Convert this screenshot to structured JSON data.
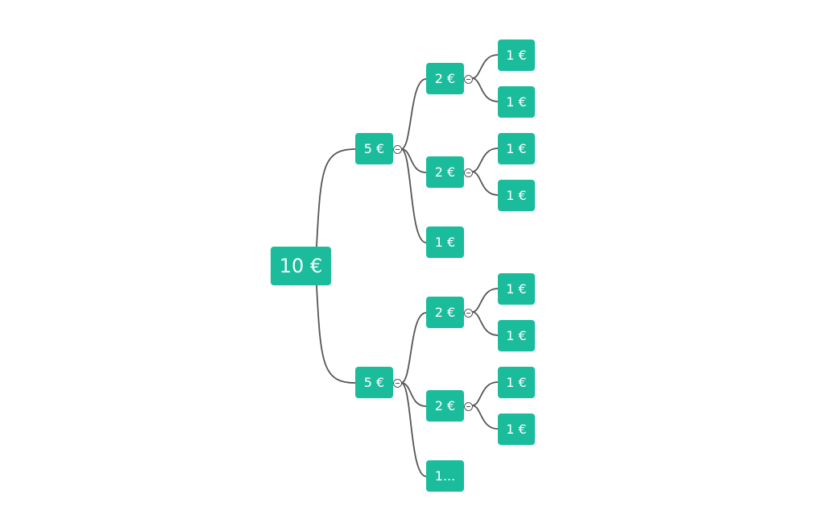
{
  "colors": {
    "node_fill": "#1abc9c",
    "edge": "#555555",
    "background": "#ffffff"
  },
  "toggle_icon": "minus-circle-icon",
  "mindmap": {
    "root": {
      "label": "10 €",
      "children": [
        {
          "label": "5 €",
          "collapsible": true,
          "children": [
            {
              "label": "2 €",
              "collapsible": true,
              "children": [
                {
                  "label": "1 €"
                },
                {
                  "label": "1 €"
                }
              ]
            },
            {
              "label": "2 €",
              "collapsible": true,
              "children": [
                {
                  "label": "1 €"
                },
                {
                  "label": "1 €"
                }
              ]
            },
            {
              "label": "1 €"
            }
          ]
        },
        {
          "label": "5 €",
          "collapsible": true,
          "children": [
            {
              "label": "2 €",
              "collapsible": true,
              "children": [
                {
                  "label": "1 €"
                },
                {
                  "label": "1 €"
                }
              ]
            },
            {
              "label": "2 €",
              "collapsible": true,
              "children": [
                {
                  "label": "1 €"
                },
                {
                  "label": "1 €"
                }
              ]
            },
            {
              "label": "1..."
            }
          ]
        }
      ]
    }
  }
}
